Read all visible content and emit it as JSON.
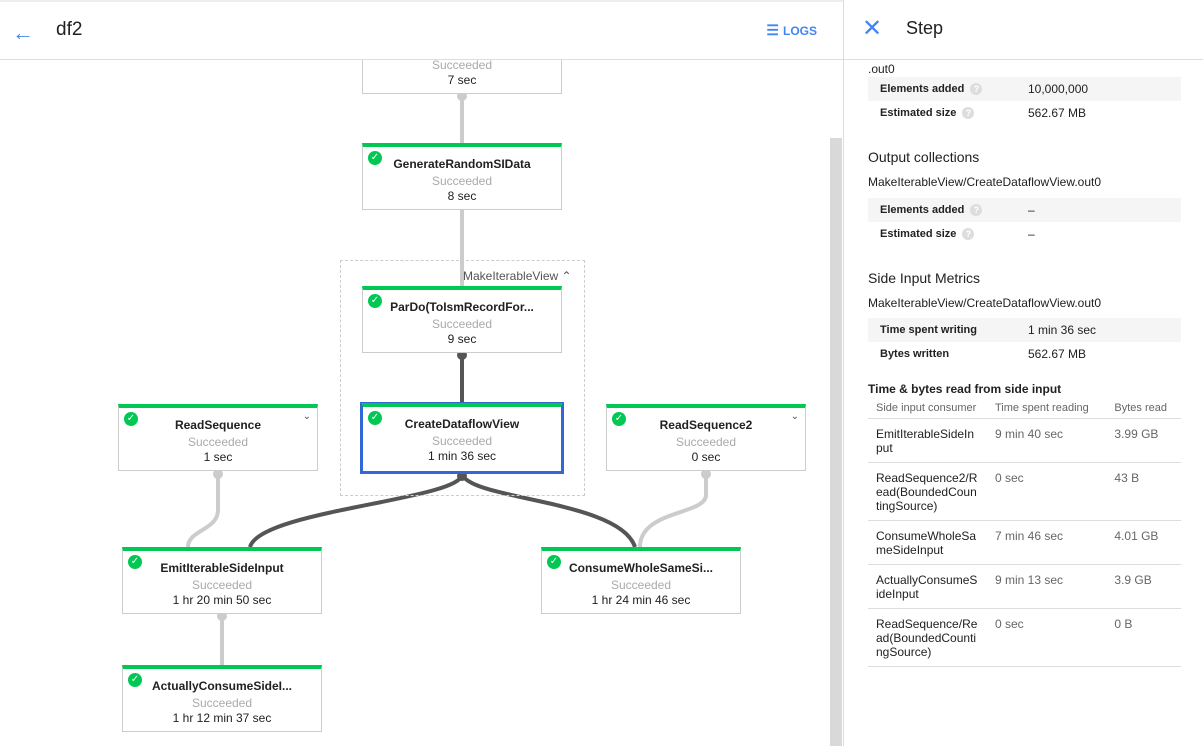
{
  "header": {
    "title": "df2",
    "logs_label": "LOGS",
    "back_icon": "arrow-left-icon",
    "logs_icon": "list-icon"
  },
  "graph": {
    "group_label": "MakeIterableView",
    "nodes": [
      {
        "name": "",
        "status": "Succeeded",
        "time": "7 sec"
      },
      {
        "name": "GenerateRandomSIData",
        "status": "Succeeded",
        "time": "8 sec"
      },
      {
        "name": "ParDo(ToIsmRecordFor...",
        "status": "Succeeded",
        "time": "9 sec"
      },
      {
        "name": "CreateDataflowView",
        "status": "Succeeded",
        "time": "1 min 36 sec"
      },
      {
        "name": "ReadSequence",
        "status": "Succeeded",
        "time": "1 sec"
      },
      {
        "name": "ReadSequence2",
        "status": "Succeeded",
        "time": "0 sec"
      },
      {
        "name": "EmitIterableSideInput",
        "status": "Succeeded",
        "time": "1 hr 20 min 50 sec"
      },
      {
        "name": "ConsumeWholeSameSi...",
        "status": "Succeeded",
        "time": "1 hr 24 min 46 sec"
      },
      {
        "name": "ActuallyConsumeSideI...",
        "status": "Succeeded",
        "time": "1 hr 12 min 37 sec"
      }
    ],
    "colors": {
      "success": "#00c853",
      "selected": "#3367d6"
    }
  },
  "panel": {
    "title": "Step",
    "input_tail": ".out0",
    "input_rows": [
      {
        "k": "Elements added",
        "v": "10,000,000"
      },
      {
        "k": "Estimated size",
        "v": "562.67 MB"
      }
    ],
    "output_title": "Output collections",
    "output_name": "MakeIterableView/CreateDataflowView.out0",
    "output_rows": [
      {
        "k": "Elements added",
        "v": "–"
      },
      {
        "k": "Estimated size",
        "v": "–"
      }
    ],
    "side_title": "Side Input Metrics",
    "side_name": "MakeIterableView/CreateDataflowView.out0",
    "side_rows": [
      {
        "k": "Time spent writing",
        "v": "1 min 36 sec"
      },
      {
        "k": "Bytes written",
        "v": "562.67 MB"
      }
    ],
    "read_title": "Time & bytes read from side input",
    "read_headers": [
      "Side input consumer",
      "Time spent reading",
      "Bytes read"
    ],
    "read_rows": [
      [
        "EmitIterableSideInput",
        "9 min 40 sec",
        "3.99 GB"
      ],
      [
        "ReadSequence2/Read(BoundedCountingSource)",
        "0 sec",
        "43 B"
      ],
      [
        "ConsumeWholeSameSideInput",
        "7 min 46 sec",
        "4.01 GB"
      ],
      [
        "ActuallyConsumeSideInput",
        "9 min 13 sec",
        "3.9 GB"
      ],
      [
        "ReadSequence/Read(BoundedCountingSource)",
        "0 sec",
        "0 B"
      ]
    ]
  }
}
